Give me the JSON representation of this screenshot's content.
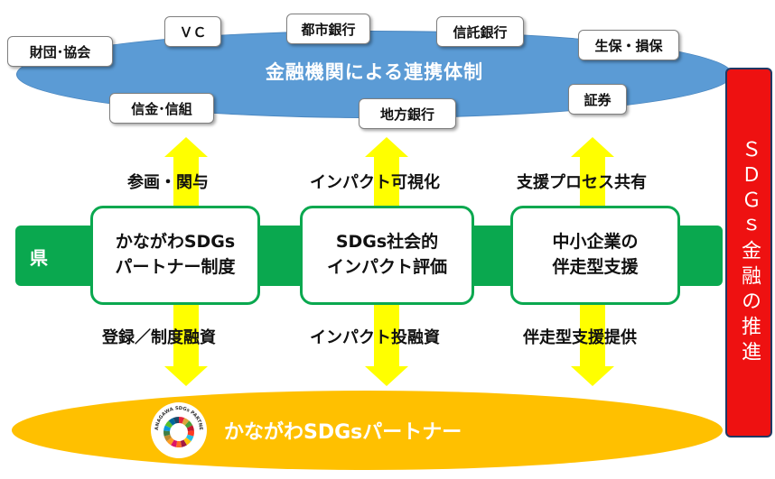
{
  "top": {
    "title": "金融機関による連携体制",
    "institutions": [
      "財団･協会",
      "ＶＣ",
      "都市銀行",
      "信託銀行",
      "生保・損保",
      "信金･信組",
      "地方銀行",
      "証券"
    ]
  },
  "prefecture_label": "県",
  "boxes": [
    {
      "line1": "かながわSDGs",
      "line2": "パートナー制度"
    },
    {
      "line1": "SDGs社会的",
      "line2": "インパクト評価"
    },
    {
      "line1": "中小企業の",
      "line2": "伴走型支援"
    }
  ],
  "upper_labels": [
    "参画・関与",
    "インパクト可視化",
    "支援プロセス共有"
  ],
  "lower_labels": [
    "登録／制度融資",
    "インパクト投融資",
    "伴走型支援提供"
  ],
  "bottom": {
    "title": "かながわSDGsパートナー"
  },
  "side_bar": {
    "text": "ＳＤＧｓ金融の推進"
  },
  "logo": {
    "text": "KANAGAWA SDGs PARTNER"
  },
  "colors": {
    "top_ellipse": "#5b9bd5",
    "green_band": "#0aa84f",
    "arrow": "#ffff00",
    "bottom_ellipse": "#ffc000",
    "side_bar": "#ee1111"
  }
}
